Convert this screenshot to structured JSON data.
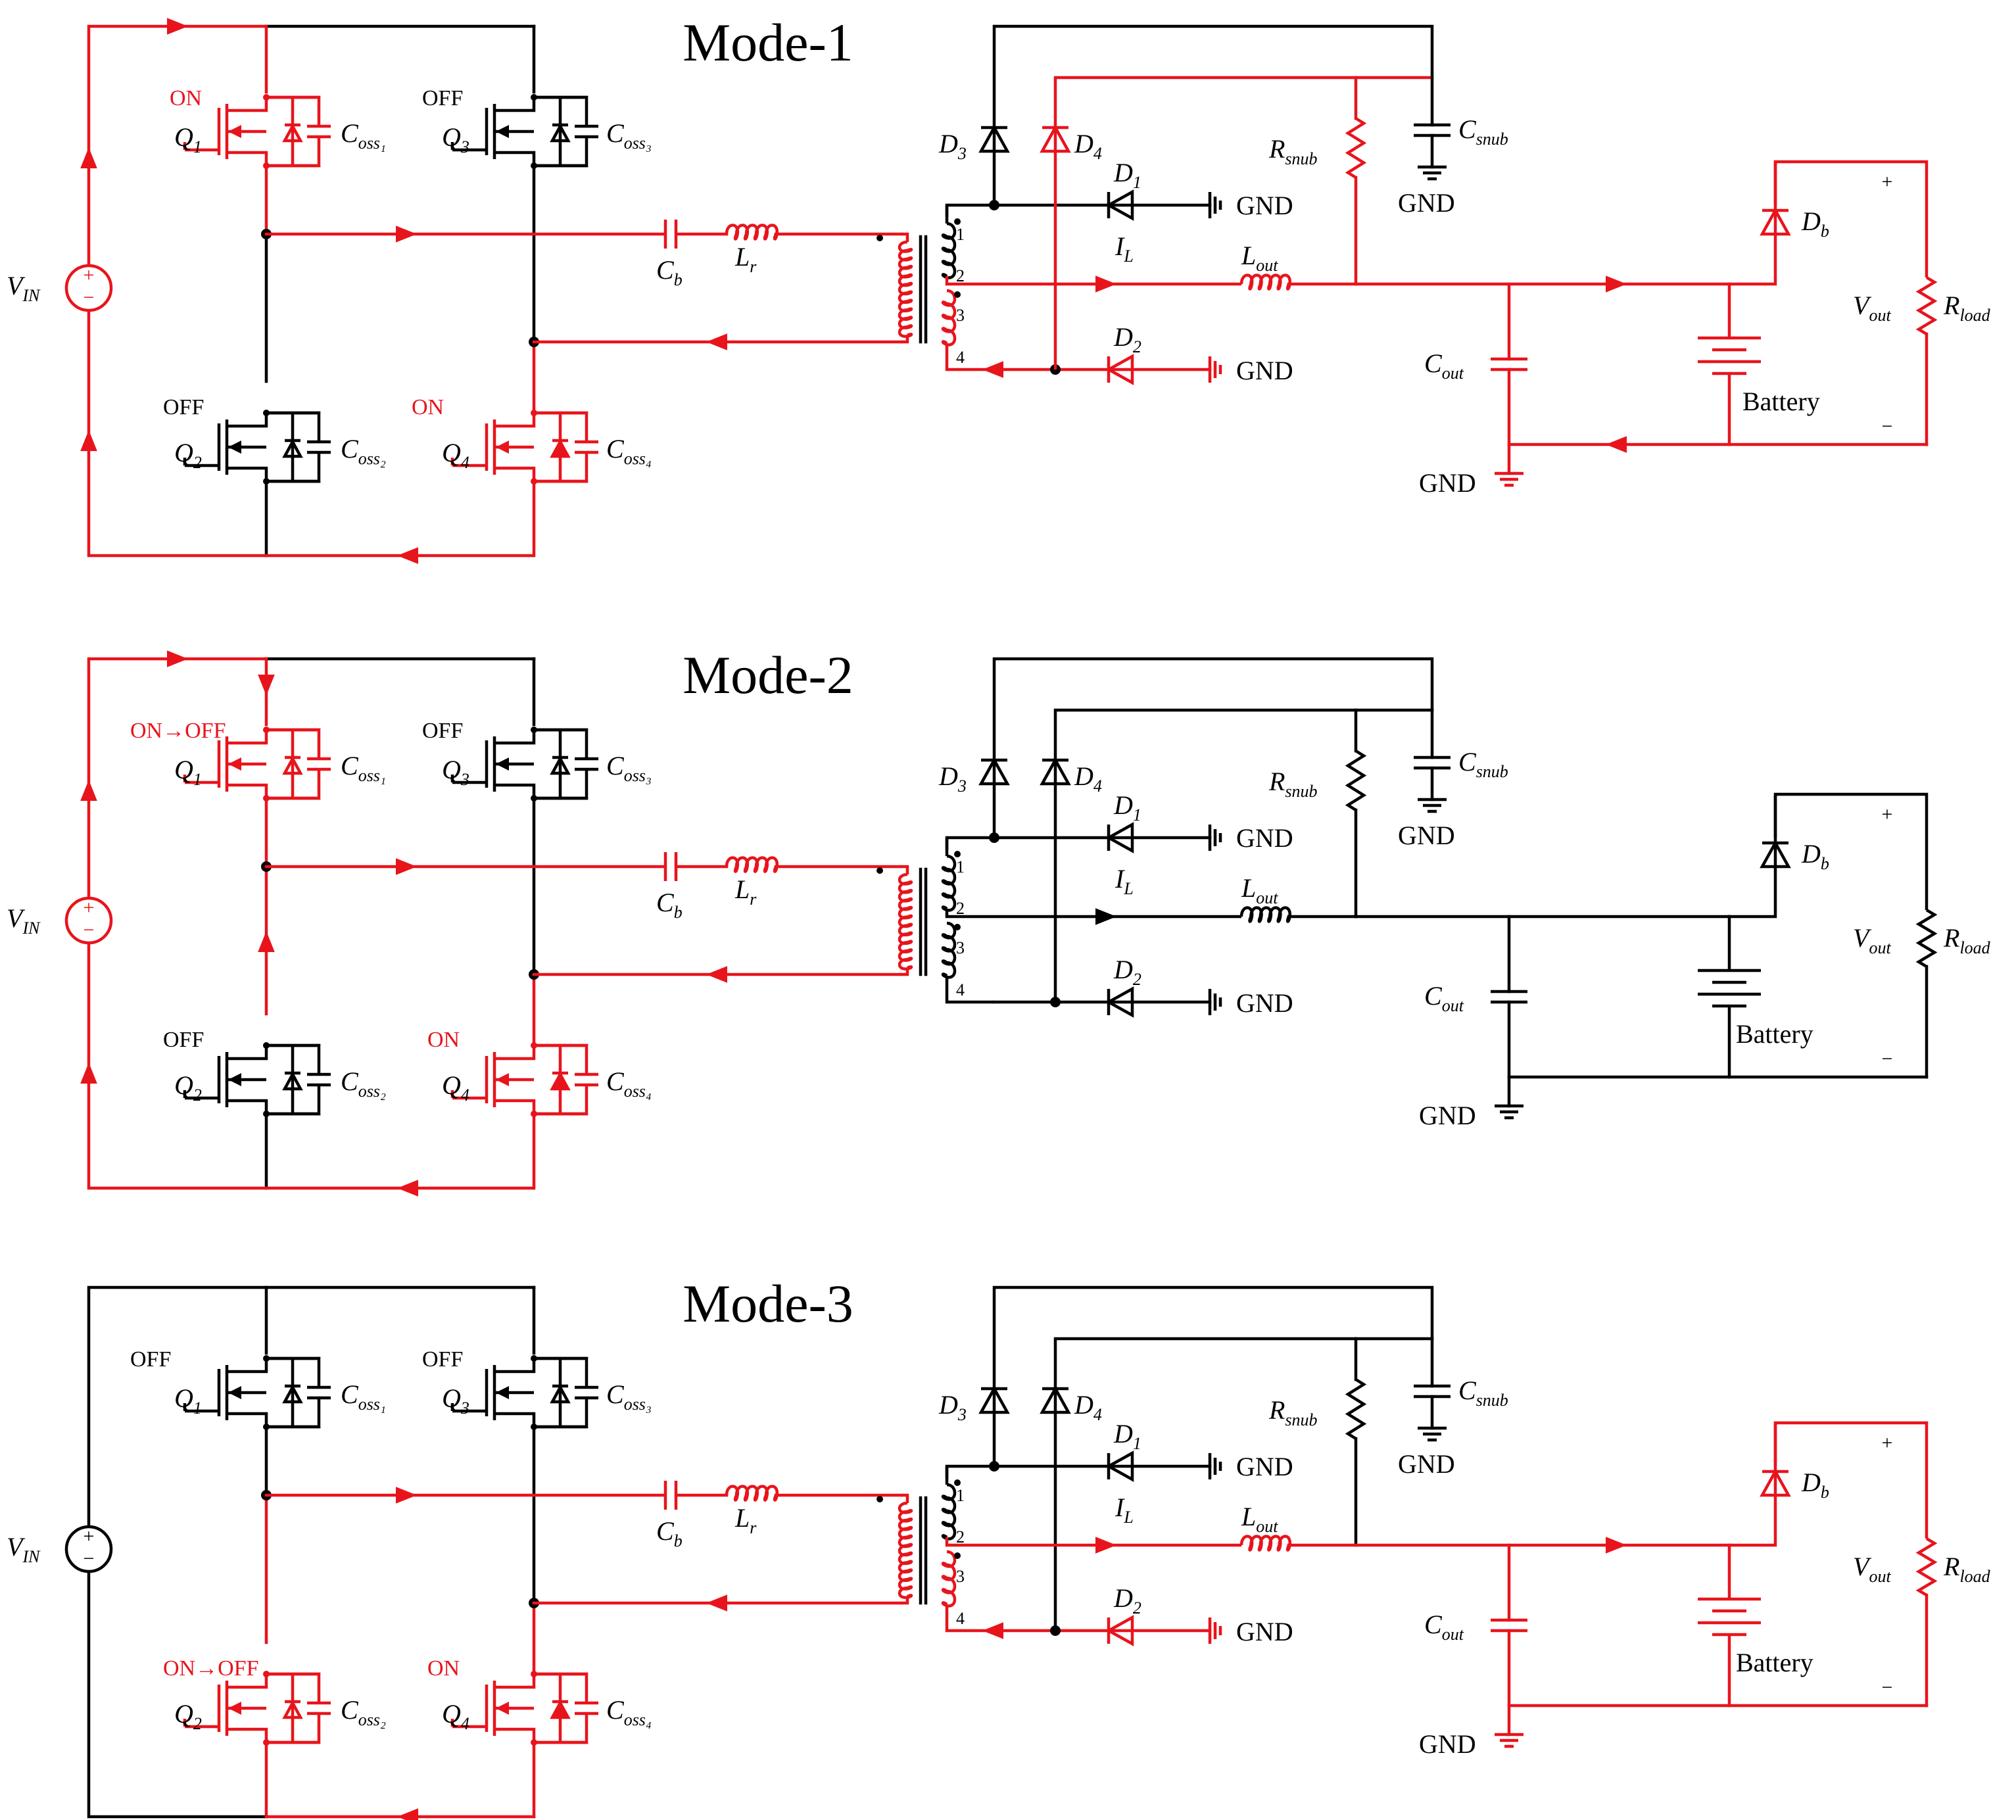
{
  "modes": [
    {
      "title": "Mode-1",
      "q1_state": "ON",
      "q2_state": "OFF",
      "q3_state": "OFF",
      "q4_state": "ON",
      "active": {
        "vin": true,
        "q1": true,
        "q2": false,
        "q3": false,
        "q4": true,
        "top_rail": true,
        "primary": true,
        "d1": false,
        "d2": true,
        "d3": false,
        "d4": true,
        "dline": "d4",
        "lout": true,
        "cout": true,
        "db": true,
        "load": true,
        "batt": true,
        "snub": true,
        "ret": true,
        "return_arrow": true,
        "d4_line": true
      }
    },
    {
      "title": "Mode-2",
      "q1_state": "ON→OFF",
      "q2_state": "OFF",
      "q3_state": "OFF",
      "q4_state": "ON",
      "active": {
        "vin": true,
        "q1": true,
        "q2": false,
        "q3": false,
        "q4": true,
        "top_rail": true,
        "primary": true,
        "d1": false,
        "d2": false,
        "d3": false,
        "d4": false,
        "dline": "none",
        "lout": false,
        "cout": false,
        "db": false,
        "load": false,
        "batt": false,
        "snub": false,
        "ret": false,
        "return_arrow": false,
        "d4_line": false
      }
    },
    {
      "title": "Mode-3",
      "q1_state": "OFF",
      "q2_state": "ON→OFF",
      "q3_state": "OFF",
      "q4_state": "ON",
      "active": {
        "vin": false,
        "q1": false,
        "q2": true,
        "q3": false,
        "q4": true,
        "top_rail": false,
        "primary": true,
        "d1": false,
        "d2": true,
        "d3": false,
        "d4": false,
        "dline": "d2",
        "lout": true,
        "cout": true,
        "db": true,
        "load": true,
        "batt": true,
        "snub": false,
        "ret": true,
        "return_arrow": false,
        "d4_line": false
      }
    }
  ],
  "labels": {
    "vin": "V",
    "vin_sub": "IN",
    "q": "Q",
    "coss": "C",
    "coss_sub": "oss",
    "cb": "C",
    "cb_sub": "b",
    "lr": "L",
    "lr_sub": "r",
    "d": "D",
    "il": "I",
    "il_sub": "L",
    "lout": "L",
    "lout_sub": "out",
    "cout": "C",
    "cout_sub": "out",
    "rsnub": "R",
    "rsnub_sub": "snub",
    "csnub": "C",
    "csnub_sub": "snub",
    "db": "D",
    "db_sub": "b",
    "vout": "V",
    "vout_sub": "out",
    "rload": "R",
    "rload_sub": "load",
    "gnd": "GND",
    "battery": "Battery",
    "plus": "+",
    "minus": "−",
    "w1": "1",
    "w2": "2",
    "w3": "3",
    "w4": "4"
  },
  "colors": {
    "active": "#e8141c",
    "inactive": "#000000"
  }
}
